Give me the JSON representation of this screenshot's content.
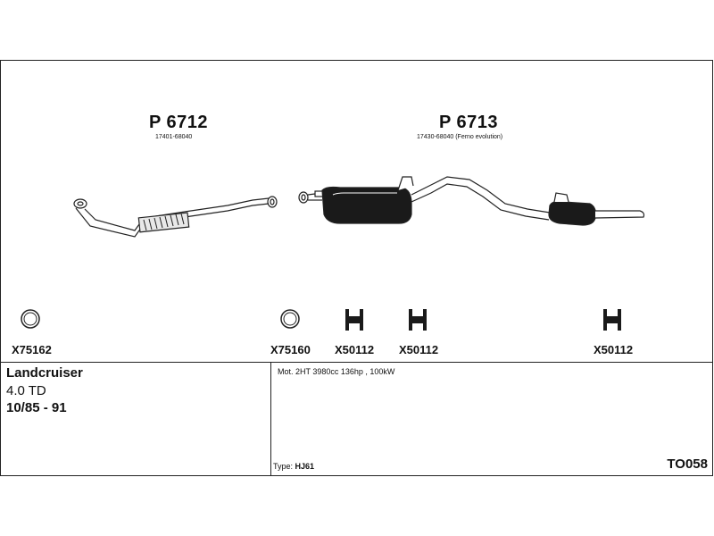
{
  "parts": {
    "p1": {
      "number": "P 6712",
      "oem": "17401-68040"
    },
    "p2": {
      "number": "P 6713",
      "oem": "17430-68040 (Ferno evolution)"
    }
  },
  "accessories": [
    {
      "code": "X75162",
      "icon": "ring-gasket-icon"
    },
    {
      "code": "X75160",
      "icon": "ring-gasket-icon"
    },
    {
      "code": "X50112",
      "icon": "rubber-hanger-icon"
    },
    {
      "code": "X50112",
      "icon": "rubber-hanger-icon"
    },
    {
      "code": "X50112",
      "icon": "rubber-hanger-icon"
    }
  ],
  "vehicle": {
    "model": "Landcruiser",
    "engine_short": "4.0 TD",
    "years": "10/85 - 91"
  },
  "engine_details": "Mot. 2HT 3980cc 136hp , 100kW",
  "type_label": "Type:",
  "type_value": "HJ61",
  "sheet_code": "TO058"
}
